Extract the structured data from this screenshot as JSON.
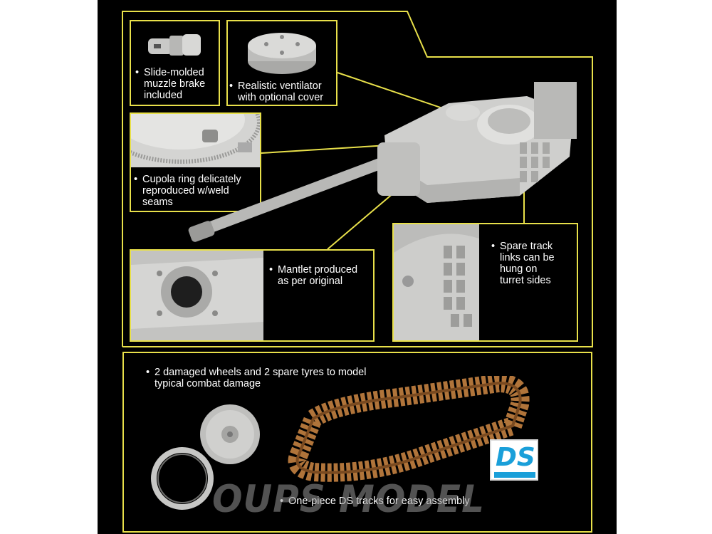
{
  "colors": {
    "background": "#000000",
    "frame": "#e8e04a",
    "text": "#ffffff",
    "model_grey": "#c9c9c7",
    "track_brown": "#b0743a",
    "logo_blue": "#1a9fd9"
  },
  "features": {
    "muzzle_brake": "Slide-molded\nmuzzle brake\nincluded",
    "ventilator": "Realistic ventilator\nwith optional cover",
    "cupola_ring": "Cupola ring delicately\nreproduced w/weld\nseams",
    "mantlet": "Mantlet produced\nas per original",
    "spare_track": "Spare track\nlinks can be\nhung on\nturret sides",
    "wheels": "2 damaged wheels and 2 spare tyres to model\ntypical combat damage",
    "tracks": "One-piece DS tracks for easy assembly"
  },
  "logo": {
    "icon": "ds-tracks-logo",
    "text": "DS"
  },
  "watermark": "OUPS MODEL"
}
